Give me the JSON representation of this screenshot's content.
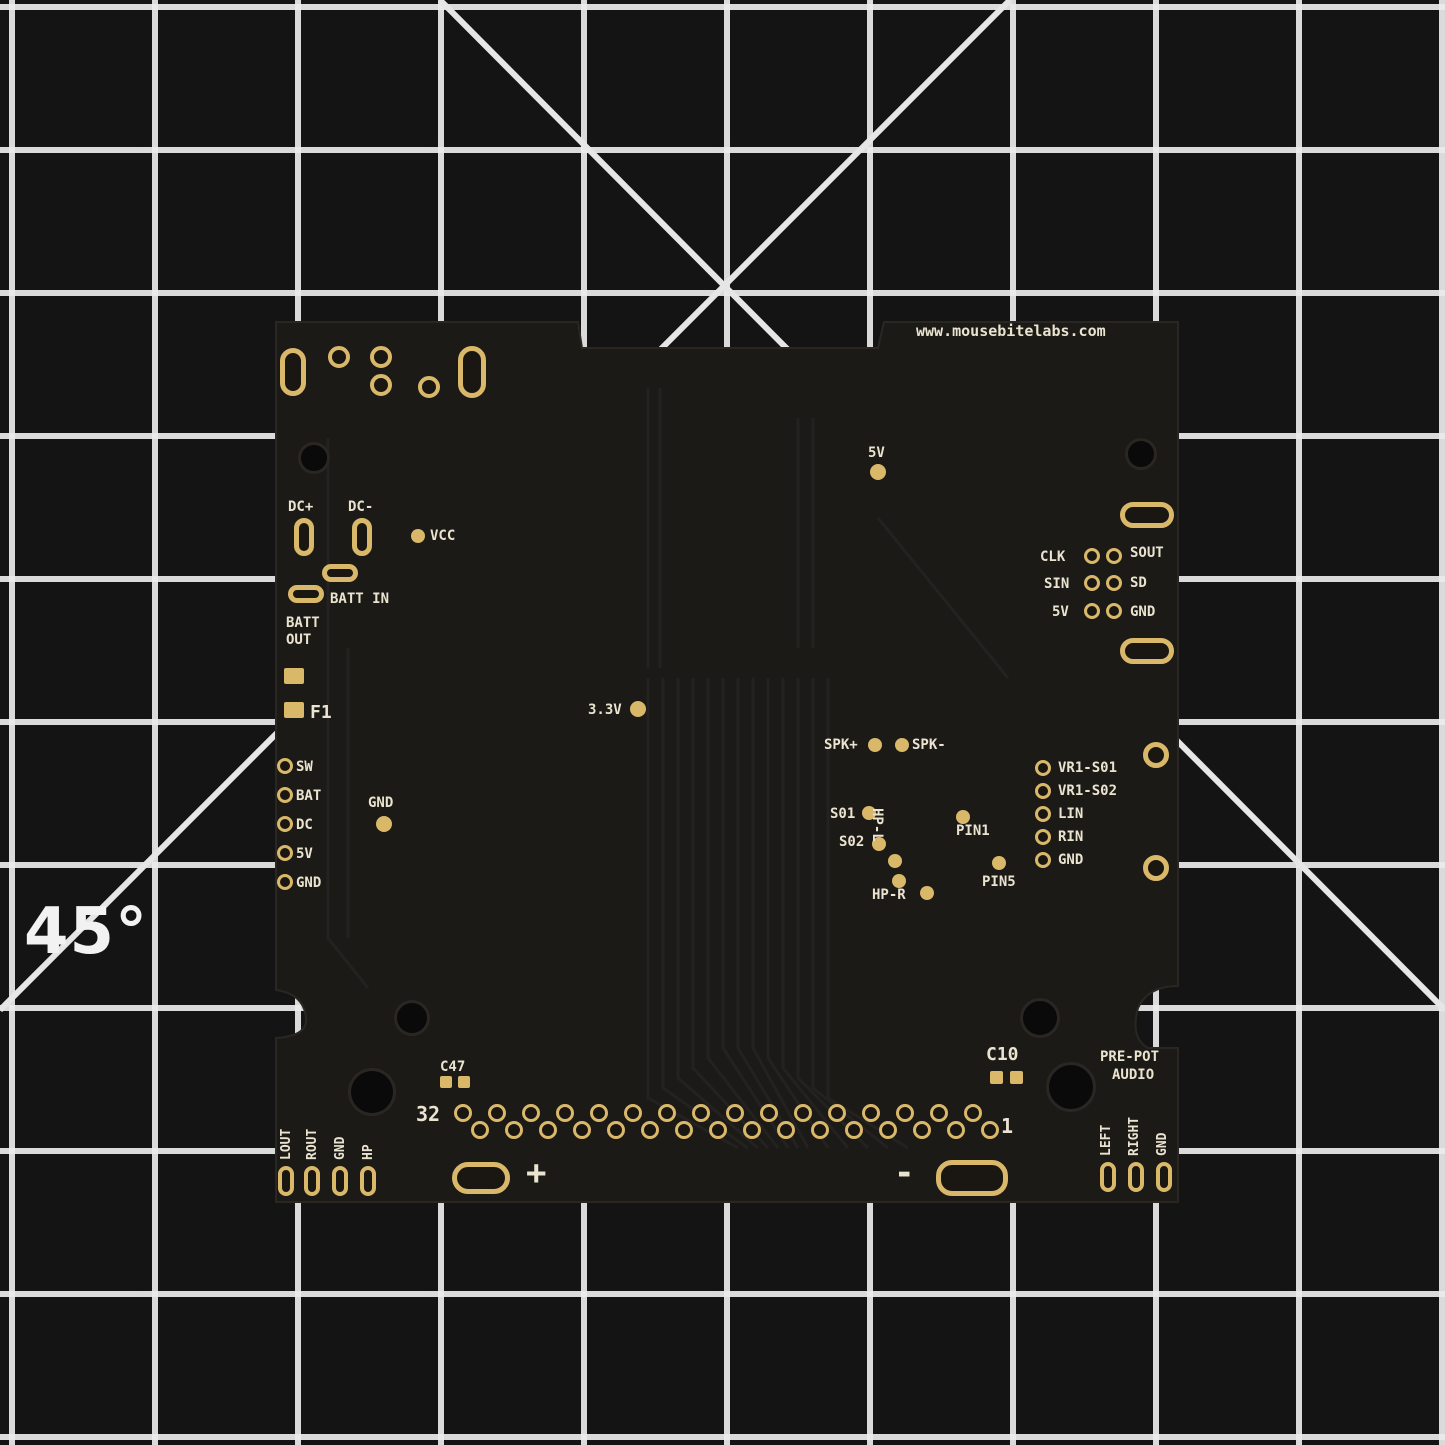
{
  "mat": {
    "angle_label": "45°"
  },
  "board": {
    "url": "www.mousebitelabs.com",
    "labels": {
      "dc_plus": "DC+",
      "dc_minus": "DC-",
      "vcc": "VCC",
      "batt_in": "BATT IN",
      "batt_out_1": "BATT",
      "batt_out_2": "OUT",
      "f1": "F1",
      "five_v_top": "5V",
      "three_v3": "3.3V",
      "gnd_mid": "GND",
      "spk_plus": "SPK+",
      "spk_minus": "SPK-",
      "s01": "S01",
      "s02": "S02",
      "hp_l": "HP-L",
      "hp_r": "HP-R",
      "pin1": "PIN1",
      "pin5": "PIN5",
      "c47": "C47",
      "c10": "C10",
      "pre_pot_1": "PRE-POT",
      "pre_pot_2": "AUDIO",
      "num_32": "32",
      "num_1": "1",
      "plus": "+",
      "minus": "-"
    },
    "left_column": [
      "SW",
      "BAT",
      "DC",
      "5V",
      "GND"
    ],
    "link_port": [
      {
        "left": "CLK",
        "right": "SOUT"
      },
      {
        "left": "SIN",
        "right": "SD"
      },
      {
        "left": "5V",
        "right": "GND"
      }
    ],
    "audio_right": [
      "VR1-S01",
      "VR1-S02",
      "LIN",
      "RIN",
      "GND"
    ],
    "bottom_left_vertical": [
      "LOUT",
      "ROUT",
      "GND",
      "HP"
    ],
    "bottom_right_vertical": [
      "LEFT",
      "RIGHT",
      "GND"
    ]
  }
}
